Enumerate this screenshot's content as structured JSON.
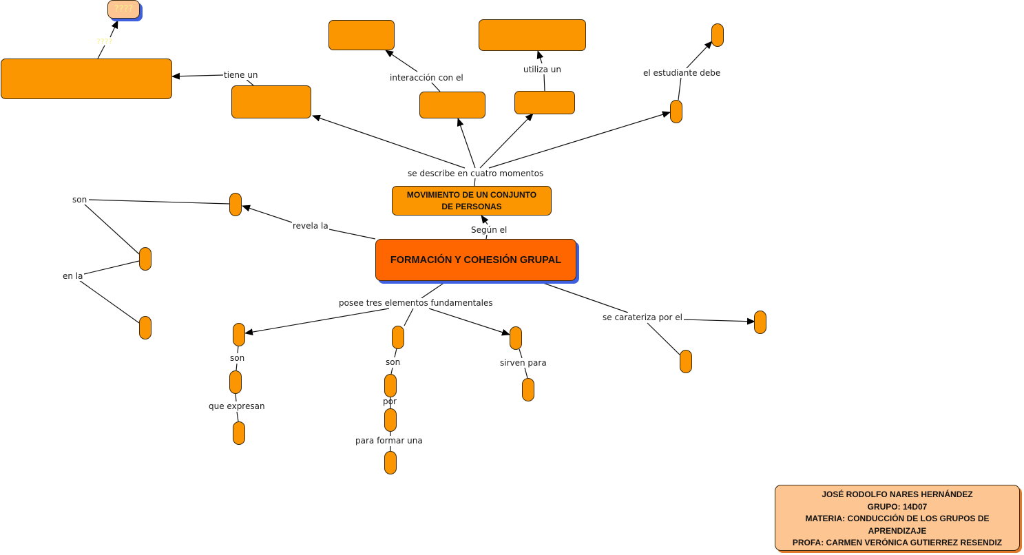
{
  "colors": {
    "concept_fill": "#fc9600",
    "main_concept_fill": "#ff6600",
    "accent_shadow": "#3d5fe0",
    "credit_fill": "#fdc592",
    "placeholder_text": "#f7f08a",
    "line": "#111111"
  },
  "concepts": {
    "main": "FORMACIÓN Y COHESIÓN GRUPAL",
    "movimiento": "MOVIMIENTO DE UN CONJUNTO\nDE PERSONAS",
    "unknown": "????"
  },
  "link_labels": {
    "unknown": "????",
    "tiene_un": "tiene un",
    "interaccion": "interacción con el",
    "utiliza_un": "utiliza un",
    "estudiante_debe": "el estudiante debe",
    "se_describe": "se describe en cuatro momentos",
    "segun_el": "Según el",
    "revela_la": "revela la",
    "son_left": "son",
    "en_la": "en la",
    "posee": "posee tres elementos fundamentales",
    "son_a": "son",
    "que_expresan": "que expresan",
    "son_b": "son",
    "por": "por",
    "para_formar": "para formar una",
    "sirven_para": "sirven para",
    "se_carateriza": "se carateriza por el"
  },
  "credits": {
    "lines": [
      "JOSÉ RODOLFO NARES HERNÁNDEZ",
      "GRUPO: 14D07",
      "MATERIA: CONDUCCIÓN DE LOS GRUPOS DE",
      "APRENDIZAJE",
      "PROFA: CARMEN VERÓNICA GUTIERREZ RESENDIZ"
    ]
  }
}
